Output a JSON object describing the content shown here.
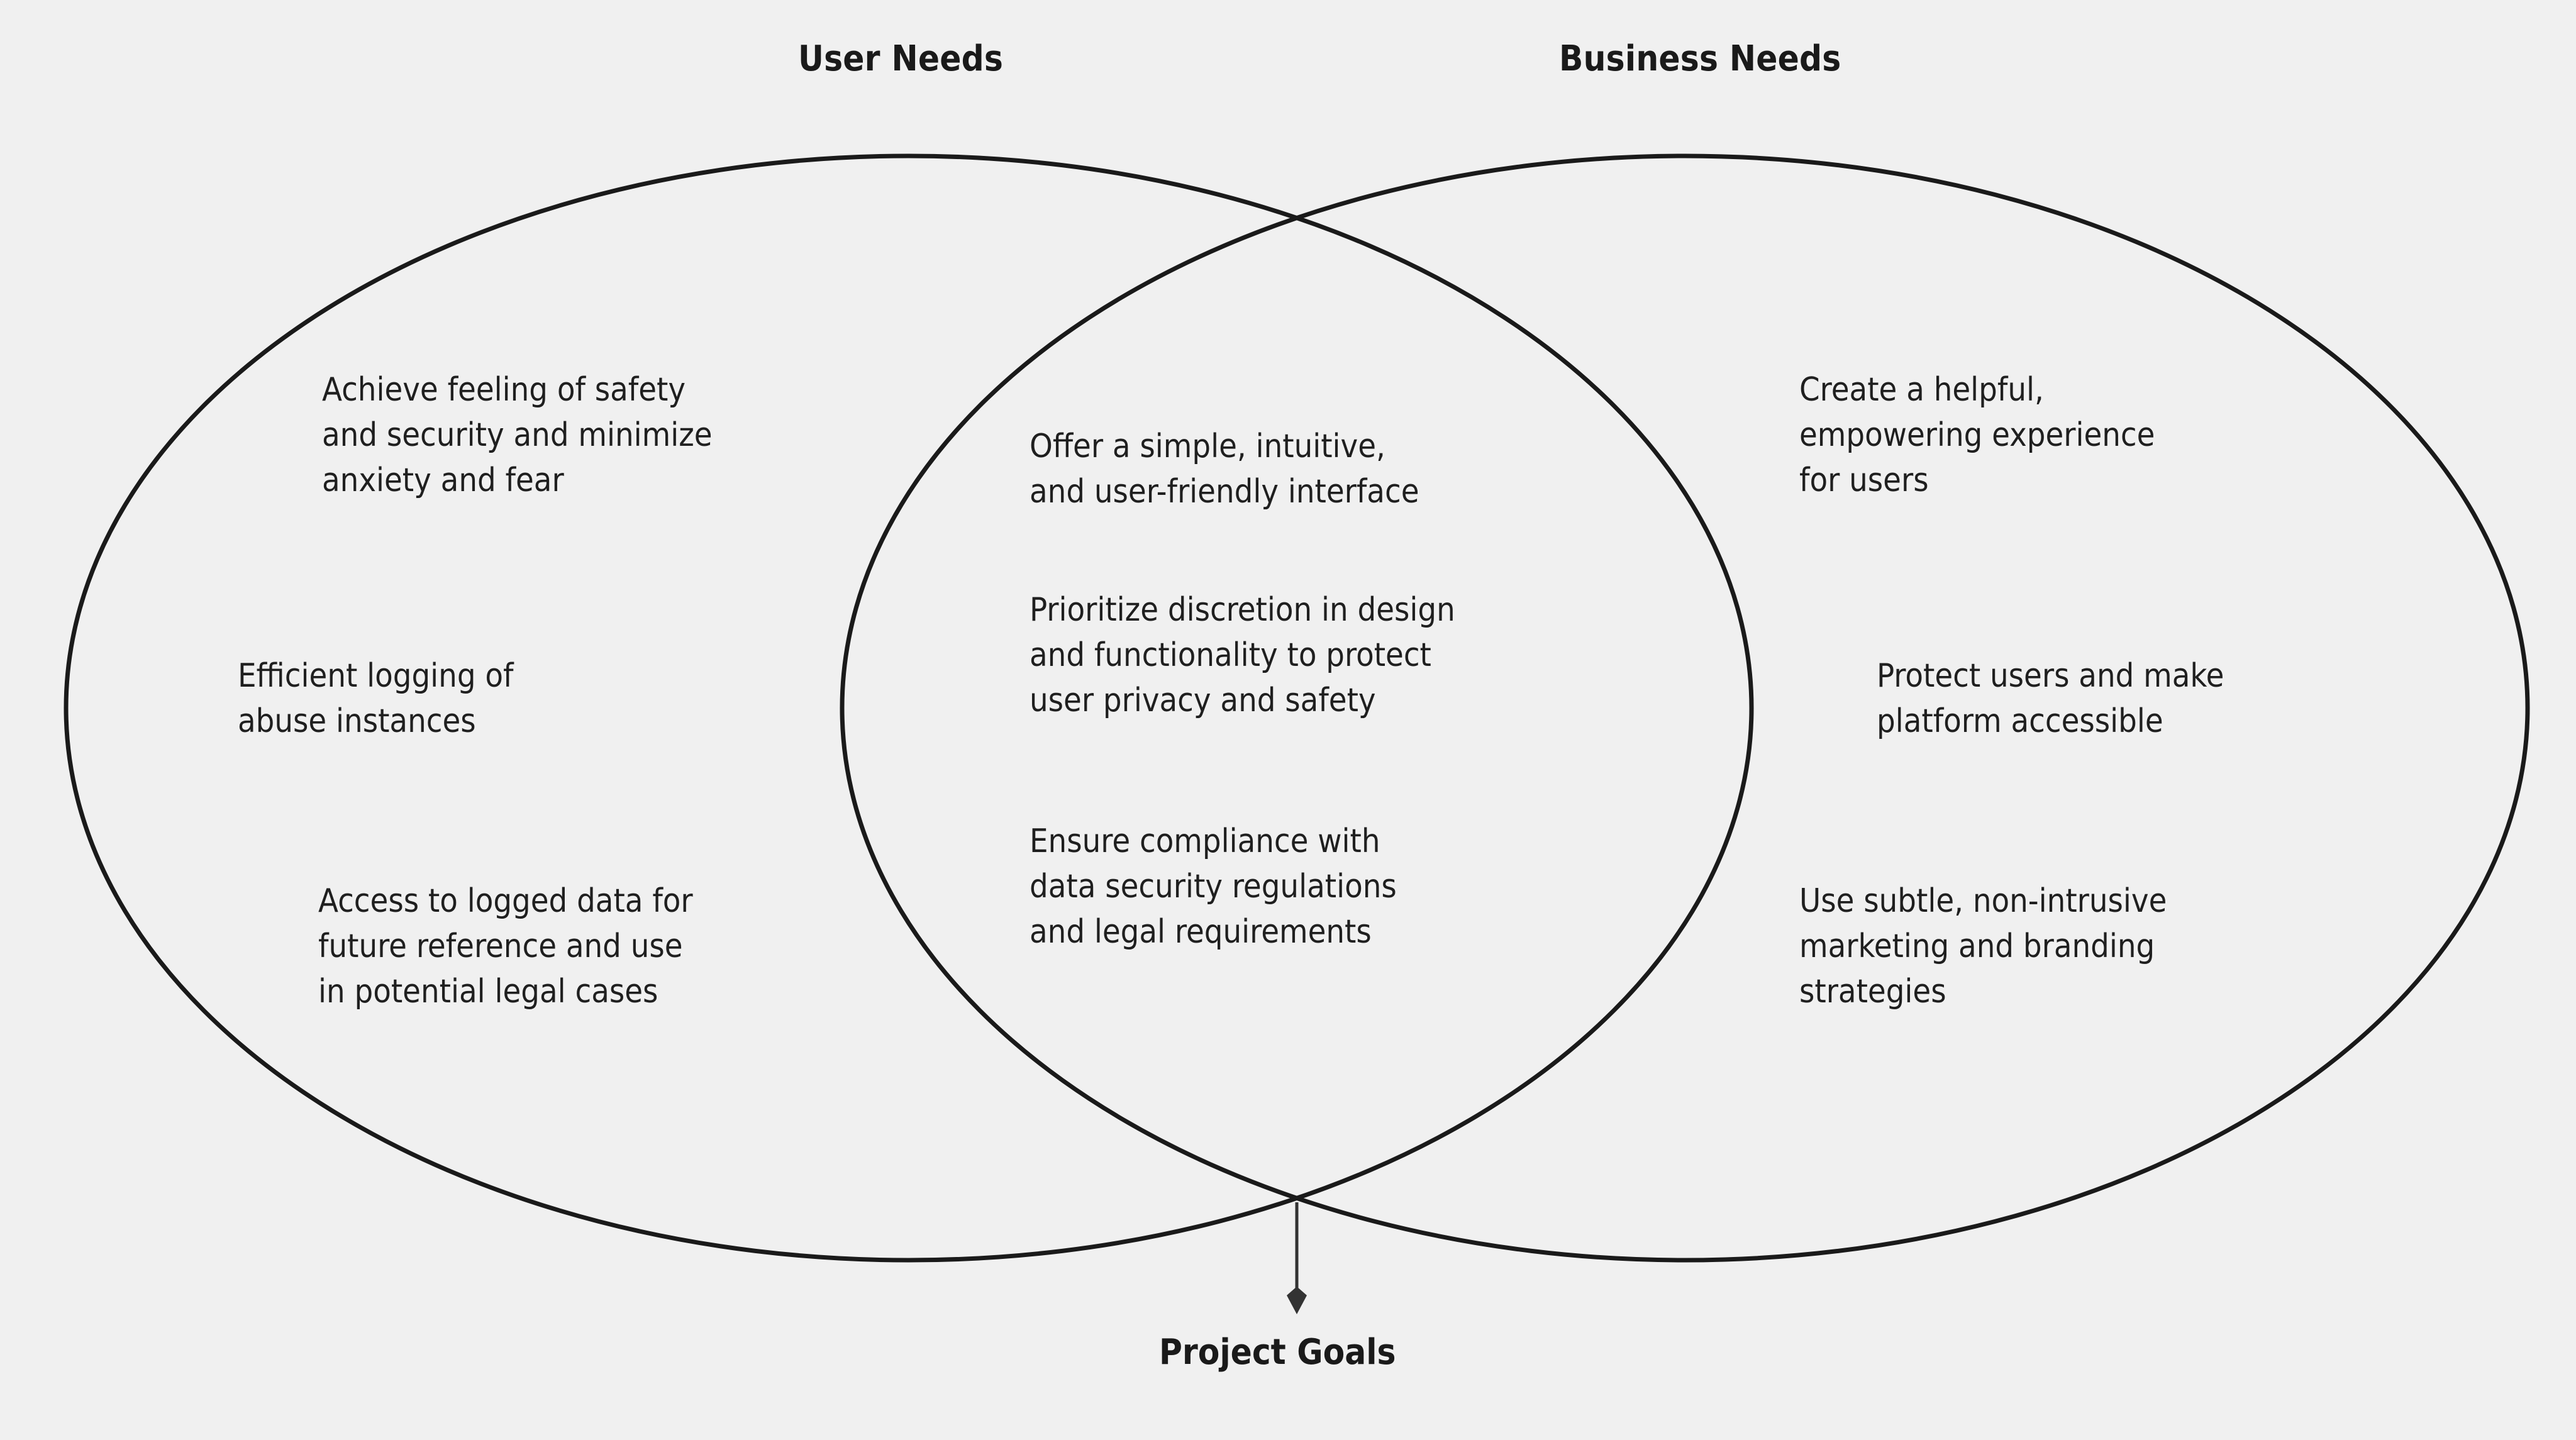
{
  "diagram": {
    "type": "venn",
    "background_color": "#f0f0f0",
    "stroke_color": "#1a1a1a",
    "text_color": "#1f1f1f",
    "left_title": "User Needs",
    "right_title": "Business Needs",
    "outcome_label": "Project Goals",
    "left_only_items": [
      "Achieve feeling of safety\nand security and minimize\nanxiety and fear",
      "Efficient logging of\nabuse instances",
      "Access to logged data for\nfuture reference and use\nin potential legal cases"
    ],
    "intersection_items": [
      "Offer a simple, intuitive,\nand user-friendly interface",
      "Prioritize discretion in design\nand functionality to protect\nuser privacy and safety",
      "Ensure compliance with\ndata security regulations\nand legal requirements"
    ],
    "right_only_items": [
      "Create a helpful,\nempowering experience\nfor users",
      "Protect users and make\nplatform accessible",
      "Use subtle, non-intrusive\nmarketing and branding\nstrategies"
    ]
  }
}
